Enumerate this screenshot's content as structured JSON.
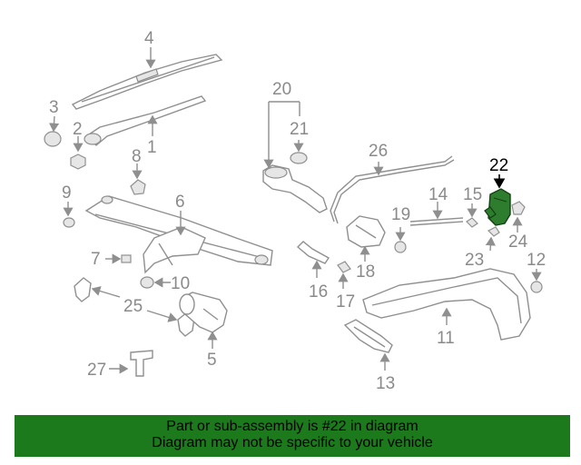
{
  "callouts": {
    "c1": "1",
    "c2": "2",
    "c3": "3",
    "c4": "4",
    "c5": "5",
    "c6": "6",
    "c7": "7",
    "c8": "8",
    "c9": "9",
    "c10": "10",
    "c11": "11",
    "c12": "12",
    "c13": "13",
    "c14": "14",
    "c15": "15",
    "c16": "16",
    "c17": "17",
    "c18": "18",
    "c19": "19",
    "c20": "20",
    "c21": "21",
    "c22": "22",
    "c23": "23",
    "c24": "24",
    "c25": "25",
    "c26": "26",
    "c27": "27"
  },
  "highlight": {
    "part_number": "22",
    "color": "#2e7d2e"
  },
  "footer": {
    "line1": "Part or sub-assembly is #22 in diagram",
    "line2": "Diagram may not be specific to your vehicle",
    "background": "#1c7a1c"
  }
}
